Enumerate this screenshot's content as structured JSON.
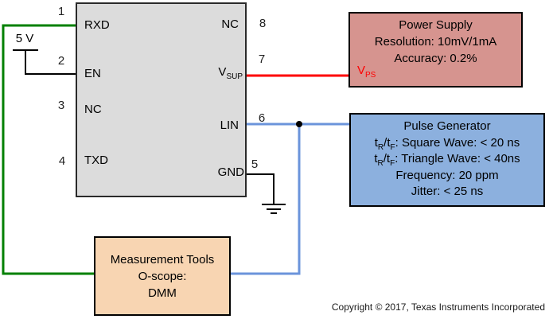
{
  "ic": {
    "pins": {
      "p1": {
        "num": "1",
        "label": "RXD"
      },
      "p2": {
        "num": "2",
        "label": "EN"
      },
      "p3": {
        "num": "3",
        "label": "NC"
      },
      "p4": {
        "num": "4",
        "label": "TXD"
      },
      "p5": {
        "num": "5",
        "label": "GND"
      },
      "p6": {
        "num": "6",
        "label": "LIN"
      },
      "p7": {
        "num": "7",
        "label_main": "V",
        "label_sub": "SUP"
      },
      "p8": {
        "num": "8",
        "label": "NC"
      }
    }
  },
  "supply_5v": {
    "label": "5 V"
  },
  "vps": {
    "main": "V",
    "sub": "PS"
  },
  "power_supply": {
    "title": "Power Supply",
    "line2": "Resolution: 10mV/1mA",
    "line3": "Accuracy: 0.2%"
  },
  "pulse_generator": {
    "title": "Pulse Generator",
    "t_main": "t",
    "t_sub_r": "R",
    "t_slash": "/t",
    "t_sub_f": "F",
    "square_rest": ": Square Wave: < 20 ns",
    "triangle_rest": ": Triangle Wave: < 40ns",
    "line4": "Frequency: 20 ppm",
    "line5": "Jitter: < 25 ns"
  },
  "measurement_tools": {
    "line1": "Measurement Tools",
    "line2": "O-scope:",
    "line3": "DMM"
  },
  "footer": {
    "copyright": "Copyright © 2017, Texas Instruments Incorporated"
  },
  "colors": {
    "wire_green": "#008000",
    "wire_red": "#fe0000",
    "wire_blue": "#6b94db",
    "wire_black": "#000000",
    "ic_fill": "#dcdcdc",
    "power_supply_fill": "#d6948f",
    "pulse_generator_fill": "#8cb0de",
    "measurement_fill": "#f8d5b2"
  }
}
